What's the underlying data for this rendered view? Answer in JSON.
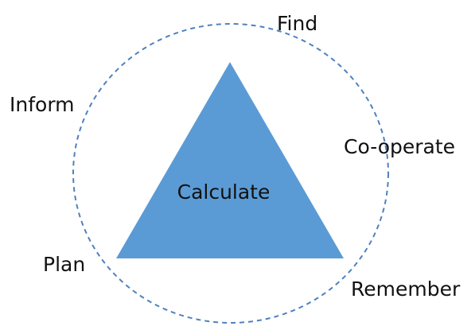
{
  "diagram": {
    "center_label": "Calculate",
    "surrounding_labels": {
      "top": "Find",
      "left": "Inform",
      "right": "Co-operate",
      "bottom_left": "Plan",
      "bottom_right": "Remember"
    },
    "colors": {
      "triangle_fill": "#5b9bd5",
      "circle_stroke": "#4f81bd",
      "label_text": "#111111"
    }
  }
}
